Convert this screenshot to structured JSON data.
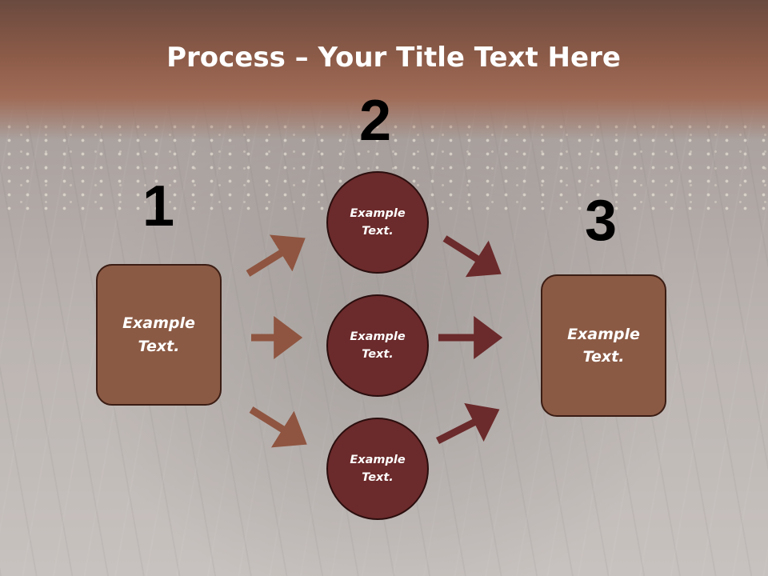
{
  "slide": {
    "title_bold": "Process",
    "title_rest": " – Your Title Text Here",
    "step_numbers": [
      "1",
      "2",
      "3"
    ],
    "left_box": "Example\nText.",
    "right_box": "Example\nText.",
    "circles": [
      "Example\nText.",
      "Example\nText.",
      "Example\nText."
    ]
  },
  "colors": {
    "title_band": "#8c5b48",
    "box_fill": "#8b5a44",
    "box_border": "#3b1d14",
    "circle_fill": "#6b2a2b",
    "arrow_left": "#8f5540",
    "arrow_right": "#6b2a2b"
  }
}
